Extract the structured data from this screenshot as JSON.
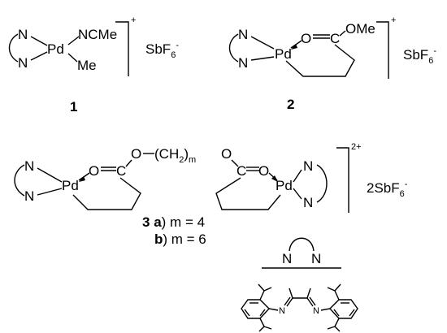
{
  "compound1": {
    "N_top": "N",
    "N_bottom": "N",
    "Pd": "Pd",
    "NCMe": "NCMe",
    "Me": "Me",
    "charge": "+",
    "counter_ion": "SbF",
    "counter_sub": "6",
    "counter_sup": "-",
    "number": "1"
  },
  "compound2": {
    "N_top": "N",
    "N_bottom": "N",
    "Pd": "Pd",
    "O": "O",
    "C": "C",
    "OMe": "OMe",
    "charge": "+",
    "counter_ion": "SbF",
    "counter_sub": "6",
    "counter_sup": "-",
    "number": "2"
  },
  "compound3": {
    "N_tl": "N",
    "N_bl": "N",
    "Pd_left": "Pd",
    "O_left": "O",
    "C_left": "C",
    "O_bridge_left": "O",
    "bridge_open": "(CH",
    "bridge_sub2": "2",
    "bridge_close": ")",
    "bridge_m": "m",
    "O_bridge_right": "O",
    "C_right": "C",
    "O_right": "O",
    "Pd_right": "Pd",
    "N_tr": "N",
    "N_br": "N",
    "charge": "2+",
    "counter_ion": "2SbF",
    "counter_sub": "6",
    "counter_sup": "-",
    "number": "3",
    "variant_a_letter": "a",
    "variant_a_text": ") m = 4",
    "variant_b_letter": "b",
    "variant_b_text": ") m = 6"
  },
  "ligand_legend": {
    "N_left": "N",
    "N_right": "N"
  }
}
